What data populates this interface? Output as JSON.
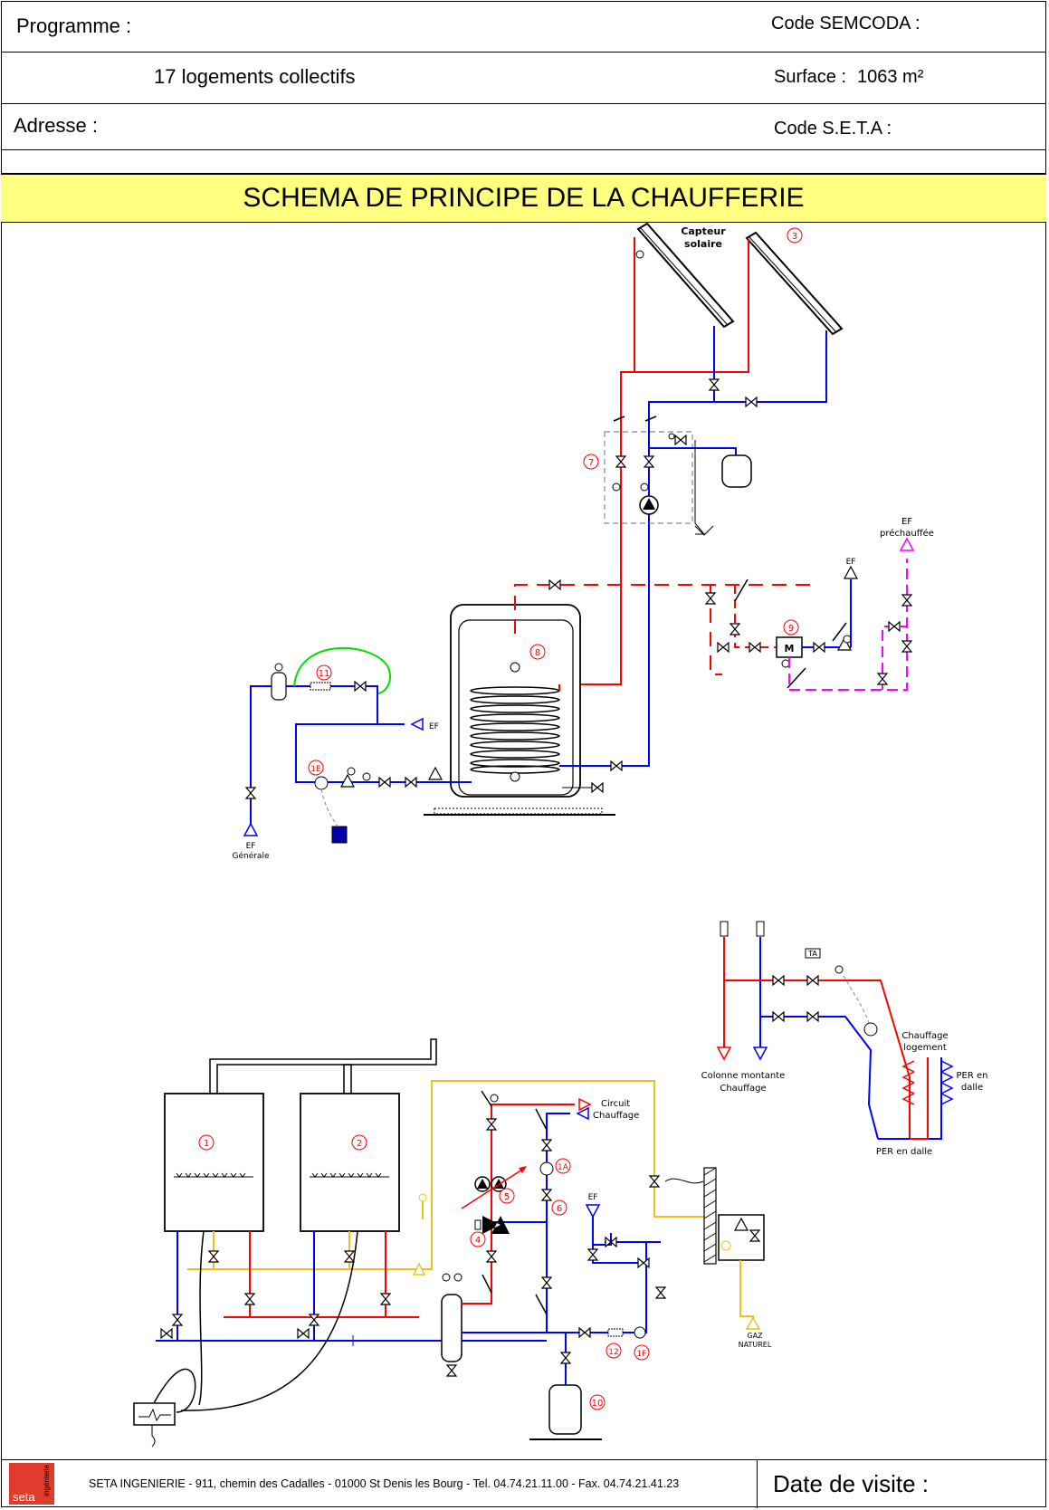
{
  "header": {
    "programme_label": "Programme :",
    "code_semcoda_label": "Code SEMCODA :",
    "programme_value": "17 logements collectifs",
    "surface_label": "Surface :",
    "surface_value": "1063 m²",
    "adresse_label": "Adresse :",
    "code_seta_label": "Code S.E.T.A :"
  },
  "title": "SCHEMA DE PRINCIPE DE LA CHAUFFERIE",
  "diagram": {
    "capteur_label_1": "Capteur",
    "capteur_label_2": "solaire",
    "markers": {
      "m1": "1",
      "m2": "2",
      "m3": "3",
      "m4": "4",
      "m5": "5",
      "m6": "6",
      "m7": "7",
      "m8": "8",
      "m9": "9",
      "m10": "10",
      "m11": "11",
      "m12": "12",
      "m1a": "1A",
      "m1e": "1E",
      "m1f": "1F"
    },
    "ef_prechauffee_1": "EF",
    "ef_prechauffee_2": "préchauffée",
    "ef_top": "EF",
    "ef_mid": "EF",
    "ef_generale_1": "EF",
    "ef_generale_2": "Générale",
    "ef_boiler": "EF",
    "colonne_1": "Colonne montante",
    "colonne_2": "Chauffage",
    "chauffage_logement_1": "Chauffage",
    "chauffage_logement_2": "logement",
    "per_dalle_right_1": "PER en",
    "per_dalle_right_2": "dalle",
    "per_dalle_bottom": "PER en dalle",
    "circuit_1": "Circuit",
    "circuit_2": "Chauffage",
    "gaz_1": "GAZ",
    "gaz_2": "NATUREL",
    "ta": "TA",
    "m_box": "M"
  },
  "footer": {
    "company": "SETA INGENIERIE - 911, chemin des Cadalles - 01000 St Denis les Bourg - Tel. 04.74.21.11.00 - Fax. 04.74.21.41.23",
    "date_label": "Date de visite :",
    "logo_word": "seta",
    "logo_side": "ingénierie"
  },
  "colors": {
    "title_band": "#ffff80",
    "hot": "#ff0000",
    "cold": "#0000ff",
    "gas": "#f0c020",
    "preheated": "#ff00ff",
    "bonding": "#00dd00",
    "logo": "#e03c2d"
  }
}
